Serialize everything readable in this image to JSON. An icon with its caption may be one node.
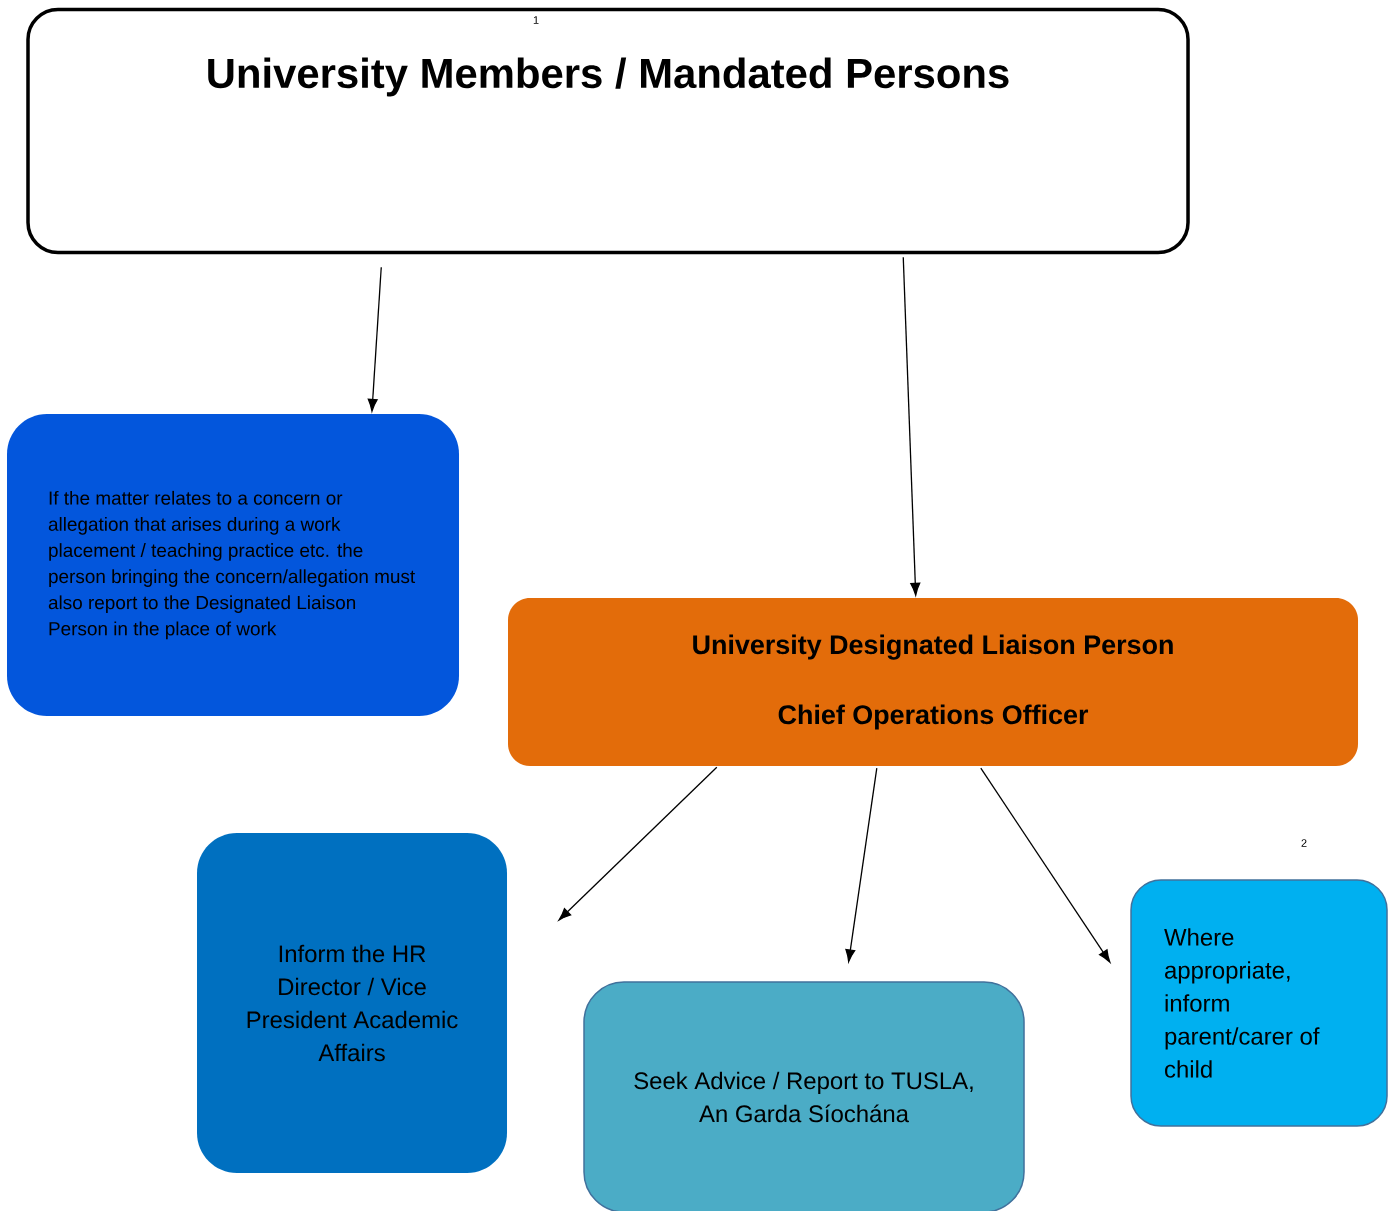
{
  "diagram": {
    "nodes": [
      {
        "text": [
          "University Members / Mandated Persons"
        ]
      },
      {
        "text": [
          "If the matter relates to a concern or allegation that arises during a work placement / teaching practice etc. the person bringing the concern/allegation must also report to the Designated Liaison Person in the place of work"
        ]
      },
      {
        "text": [
          "University Designated Liaison Person",
          "Chief Operations Officer"
        ]
      },
      {
        "text": [
          "Inform the HR Director / Vice President Academic Affairs"
        ]
      },
      {
        "text": [
          "Seek Advice / Report to TUSLA, An Garda Síochána"
        ]
      },
      {
        "text": [
          "Where appropriate, inform parent/carer of child"
        ]
      }
    ],
    "edges": [
      {
        "from": 0,
        "to": 1,
        "arrow": "to"
      },
      {
        "from": 0,
        "to": 2,
        "arrow": "to"
      },
      {
        "from": 2,
        "to": 3,
        "arrow": "to"
      },
      {
        "from": 2,
        "to": 4,
        "arrow": "to"
      },
      {
        "from": 2,
        "to": 5,
        "arrow": "to"
      }
    ],
    "labels": [
      "1",
      "2"
    ]
  }
}
